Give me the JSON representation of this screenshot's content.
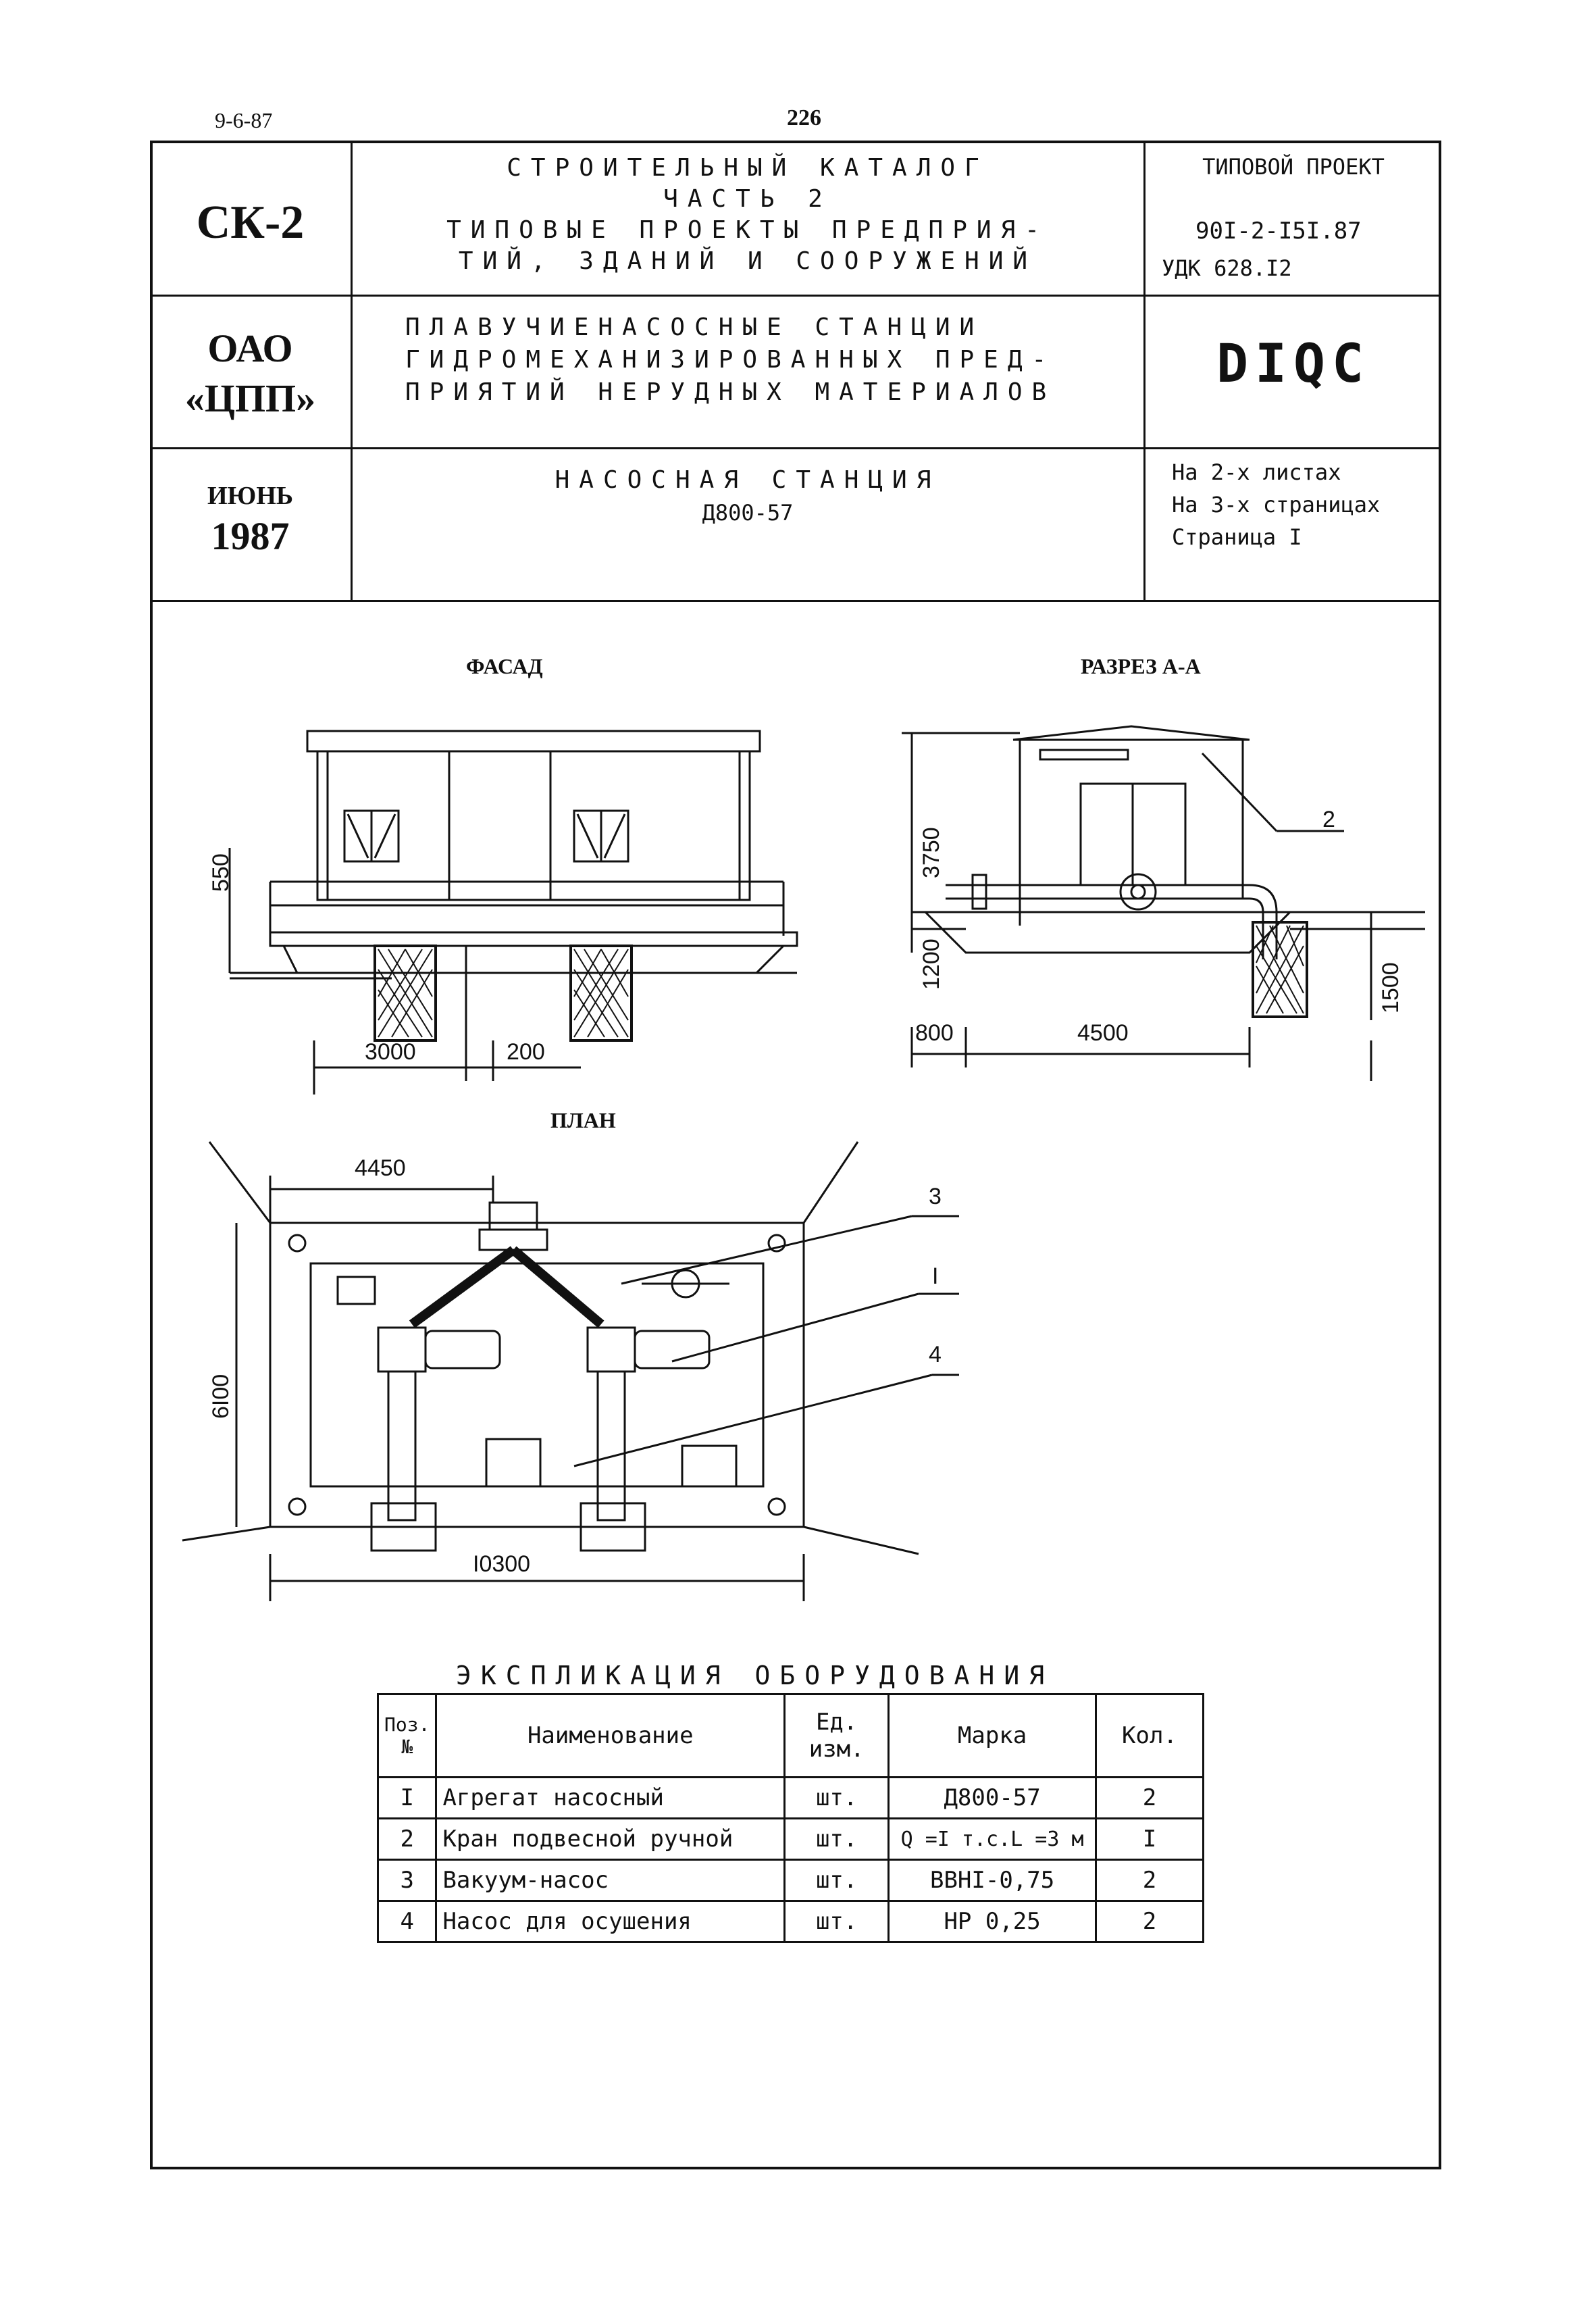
{
  "page": {
    "date": "9-6-87",
    "page_number": "226"
  },
  "header": {
    "catalog_code": "СК-2",
    "catalog_lines": [
      "СТРОИТЕЛЬНЫЙ КАТАЛОГ",
      "ЧАСТЬ 2",
      "ТИПОВЫЕ ПРОЕКТЫ ПРЕДПРИЯ-",
      "ТИЙ, ЗДАНИЙ И СООРУЖЕНИЙ"
    ],
    "project_label": "ТИПОВОЙ ПРОЕКТ",
    "project_number": "90I-2-I5I.87",
    "udk": "УДК 628.I2",
    "org_line1": "ОАО",
    "org_line2": "«ЦПП»",
    "title_lines": [
      "ПЛАВУЧИЕНАСОСНЫЕ СТАНЦИИ",
      "ГИДРОМЕХАНИЗИРОВАННЫХ ПРЕД-",
      "ПРИЯТИЙ НЕРУДНЫХ МАТЕРИАЛОВ"
    ],
    "code": "DIQC",
    "month": "ИЮНЬ",
    "year": "1987",
    "subtitle_line1": "НАСОСНАЯ СТАНЦИЯ",
    "subtitle_line2": "Д800-57",
    "sheets_lines": [
      "На 2-х листах",
      "На 3-х страницах",
      "Страница I"
    ]
  },
  "drawings": {
    "facade_title": "ФАСАД",
    "section_title": "РАЗРЕЗ А-А",
    "plan_title": "ПЛАН",
    "facade_dims": {
      "height": "550",
      "span1": "3000",
      "span2": "200"
    },
    "section_dims": {
      "height_top": "3750",
      "height_bottom": "1200",
      "depth": "1500",
      "left": "800",
      "width": "4500",
      "callout": "2"
    },
    "plan_dims": {
      "top": "4450",
      "side": "6I00",
      "bottom": "I0300",
      "callout_3": "3",
      "callout_1": "I",
      "callout_4": "4"
    }
  },
  "explication": {
    "title": "ЭКСПЛИКАЦИЯ ОБОРУДОВАНИЯ",
    "headers": [
      "Поз. №",
      "Наименование",
      "Ед. изм.",
      "Марка",
      "Кол."
    ],
    "rows": [
      [
        "I",
        "Агрегат насосный",
        "шт.",
        "Д800-57",
        "2"
      ],
      [
        "2",
        "Кран подвесной ручной",
        "шт.",
        "Q =I т.с.L =3 м",
        "I"
      ],
      [
        "3",
        "Вакуум-насос",
        "шт.",
        "ВВНI-0,75",
        "2"
      ],
      [
        "4",
        "Насос для осушения",
        "шт.",
        "НР 0,25",
        "2"
      ]
    ]
  }
}
